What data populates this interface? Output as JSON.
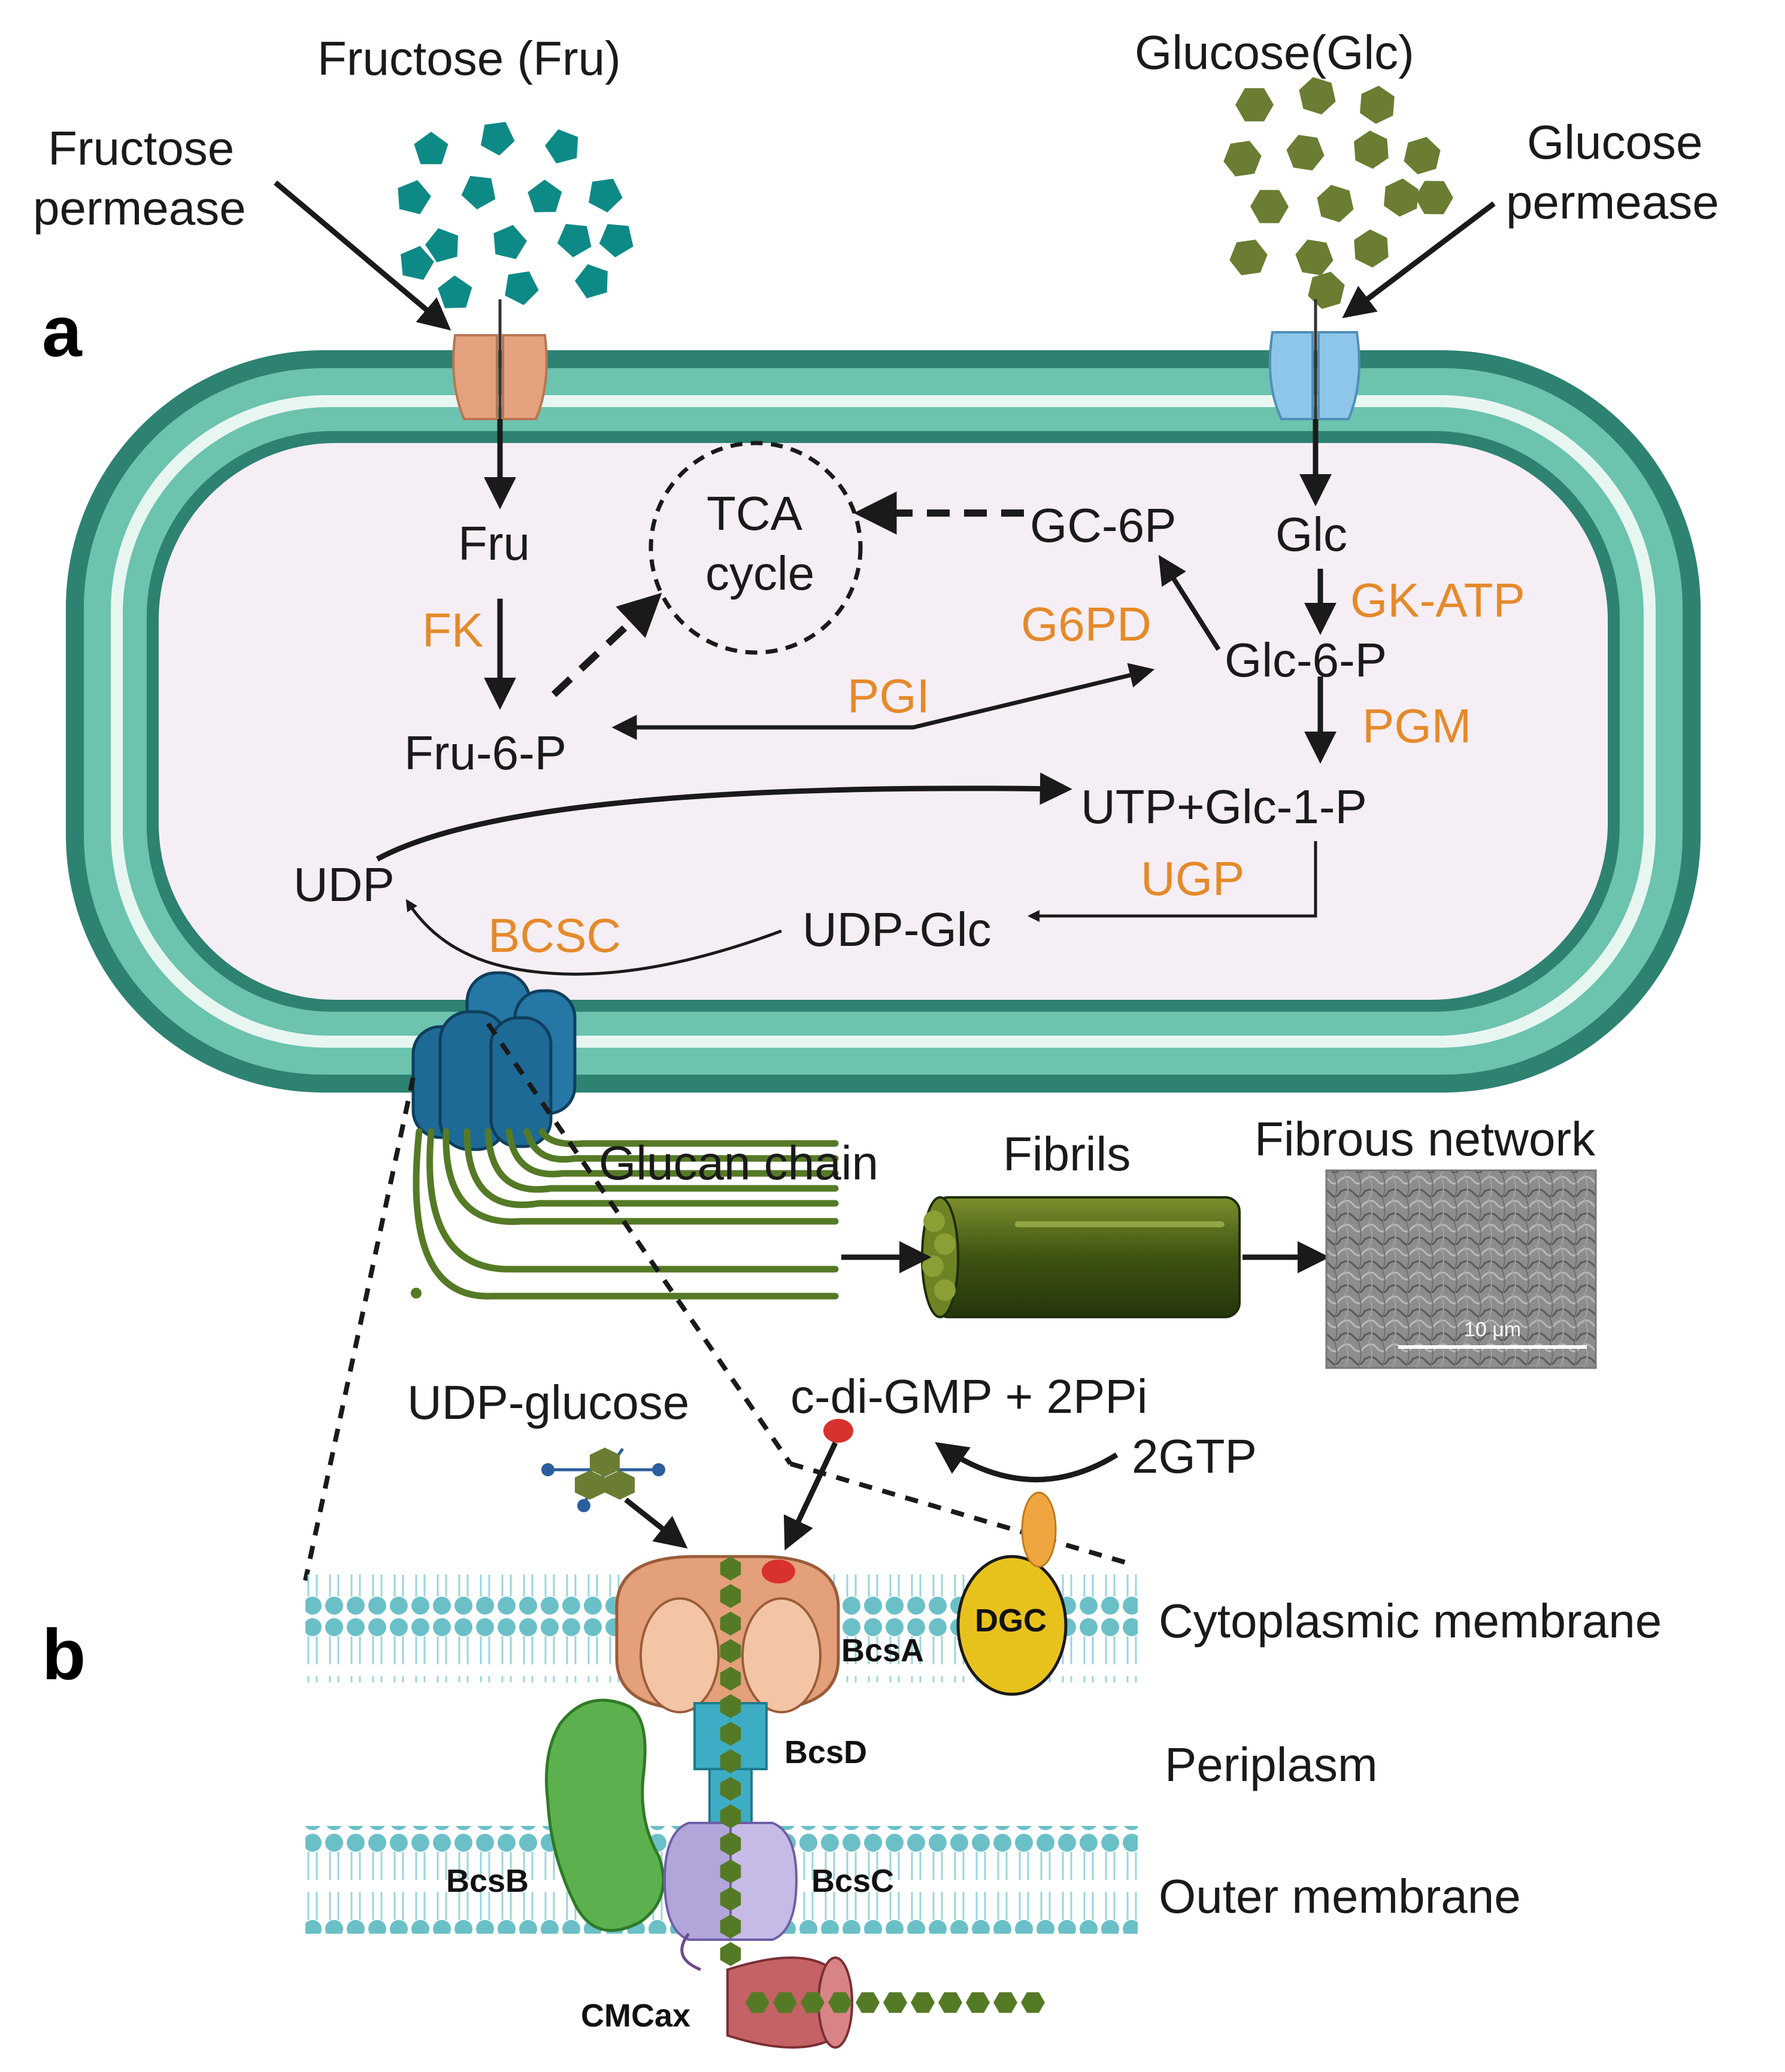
{
  "panels": {
    "a": "a",
    "b": "b"
  },
  "top_labels": {
    "fructose": "Fructose (Fru)",
    "glucose": "Glucose(Glc)",
    "fructose_permease_line1": "Fructose",
    "fructose_permease_line2": "permease",
    "glucose_permease_line1": "Glucose",
    "glucose_permease_line2": "permease"
  },
  "metabolites": {
    "fru": "Fru",
    "fru6p": "Fru-6-P",
    "tca_line1": "TCA",
    "tca_line2": "cycle",
    "gc6p": "GC-6P",
    "glc": "Glc",
    "glc6p": "Glc-6-P",
    "utp_glc1p": "UTP+Glc-1-P",
    "udp": "UDP",
    "udp_glc": "UDP-Glc"
  },
  "enzymes": {
    "fk": "FK",
    "gk_atp": "GK-ATP",
    "g6pd": "G6PD",
    "pgi": "PGI",
    "pgm": "PGM",
    "ugp": "UGP",
    "bcsc": "BCSC"
  },
  "products": {
    "glucan_chain": "Glucan chain",
    "fibrils": "Fibrils",
    "fibrous_network": "Fibrous network",
    "scale_bar": "10 μm"
  },
  "panel_b": {
    "udp_glucose": "UDP-glucose",
    "cdigmp": "c-di-GMP + 2PPi",
    "gtp": "2GTP",
    "bcsa": "BcsA",
    "bcsb": "BcsB",
    "bcsc": "BcsC",
    "bcsd": "BcsD",
    "cmcax": "CMCax",
    "dgc": "DGC",
    "cytoplasmic_membrane": "Cytoplasmic membrane",
    "periplasm": "Periplasm",
    "outer_membrane": "Outer membrane"
  },
  "icons": [
    "fructose-pentagon-icon",
    "glucose-hexagon-icon",
    "transporter-icon",
    "bcs-complex-icon",
    "glucan-fibril-icon",
    "lipid-bilayer-icon"
  ],
  "colors": {
    "cell_wall_dark": "#2e8272",
    "cell_wall_light": "#6cc3ae",
    "cytoplasm": "#f6eef5",
    "fructose": "#0e8a86",
    "glucose": "#6a7d32",
    "enzyme_text": "#e58a2a",
    "fructose_permease": "#e5a27e",
    "glucose_permease": "#8ec6ea",
    "bcs_complex": "#1e6a96",
    "glucan": "#557a26",
    "bcsa": "#e4a07a",
    "bcsb": "#5cb14e",
    "bcsc": "#b1a5da",
    "bcsd": "#3cadc4",
    "cmcax": "#c46265",
    "dgc": "#e8c21c",
    "membrane": "#6bc0c8"
  }
}
